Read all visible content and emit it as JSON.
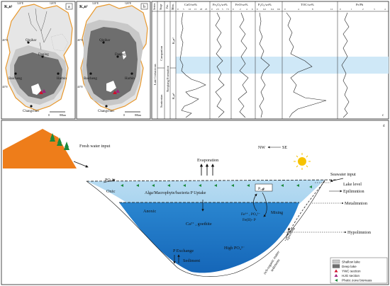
{
  "panel_a": {
    "tag": "a",
    "title": "K₂n¹",
    "lon_left": "124°E",
    "lon_right": "126°E",
    "lat_top": "46°N",
    "lat_bottom": "44°N",
    "cities": [
      "Qiqihar",
      "Daqing",
      "Baicheng",
      "Harbin",
      "Changchun"
    ],
    "scale_0": "0",
    "scale_80": "80km"
  },
  "panel_b": {
    "tag": "b",
    "title": "K₂n²",
    "lon_left": "124°E",
    "lon_right": "126°E",
    "lat_top": "46°N",
    "lat_bottom": "44°N",
    "cities": [
      "Qiqihar",
      "Daqing",
      "Baicheng",
      "Harbin",
      "Changchun"
    ],
    "scale_0": "0",
    "scale_80": "80km"
  },
  "panel_c": {
    "tag": "c",
    "strat_headers": [
      "Series",
      "Stage",
      "Fm.",
      "Mem."
    ],
    "series": "Late Cretaceous",
    "stages": [
      "Campanian",
      "Santonian"
    ],
    "formation": "Nenjiang Formation",
    "members": [
      "K₂n²",
      "K₂n¹"
    ],
    "columns": [
      {
        "label": "CaO/wt%",
        "ticks": [
          "0",
          "5",
          "10",
          "15",
          "20",
          "25"
        ]
      },
      {
        "label": "Fe₂O₃/wt%",
        "ticks": [
          "0",
          "2.5",
          "5",
          "7.5"
        ]
      },
      {
        "label": "FeO/wt%",
        "ticks": [
          "0",
          "2",
          "4",
          "6"
        ]
      },
      {
        "label": "P₂O₅/wt%",
        "ticks": [
          "0",
          "0.2",
          "0.4",
          "0.6"
        ]
      },
      {
        "label": "TOC/wt%",
        "ticks": [
          "0",
          "4",
          "8",
          "12"
        ]
      },
      {
        "label": "Pr/Ph",
        "ticks": [
          "0",
          "1",
          "2",
          "3",
          "4"
        ]
      }
    ]
  },
  "panel_d": {
    "tag": "d",
    "fresh_water": "Fresh water input",
    "evaporation": "Evaporation",
    "nw": "NW",
    "se": "SE",
    "seawater": "Seawater input",
    "lake_level": "Lake level",
    "epilimnion": "Epilimntion",
    "metalimnion": "Metalimnion",
    "hypolimnion": "Hypolimnion",
    "oxic": "Oxic",
    "po4_input": "PO₄³⁻",
    "uptake": "Alga/Macrophyte/bacteria P Uptake",
    "porg": "Pₒᵣ𝓰",
    "fe_species": "Fe³⁺ , PO₄³⁻",
    "fe_p": "Fe(II)- P",
    "mixing": "Mixing",
    "anoxic": "Anoxic",
    "ca": "Ca²⁺ , goethite",
    "p_exchange": "P Exchange",
    "sediment": "Sediment",
    "high_po4": "High PO₄³⁻",
    "upwelling": "Upwelling",
    "rich_organic": "rich-organic matter",
    "sediments": "sediments",
    "legend": [
      {
        "label": "Shallow lake",
        "color": "#c8c8c8"
      },
      {
        "label": "Deep lake",
        "color": "#6e6e6e"
      },
      {
        "label": "YWC section",
        "color": "#d0102a"
      },
      {
        "label": "HJG section",
        "color": "#a0207a"
      },
      {
        "label": "Photic zone biomass",
        "color": "#1c8a3c"
      }
    ]
  }
}
